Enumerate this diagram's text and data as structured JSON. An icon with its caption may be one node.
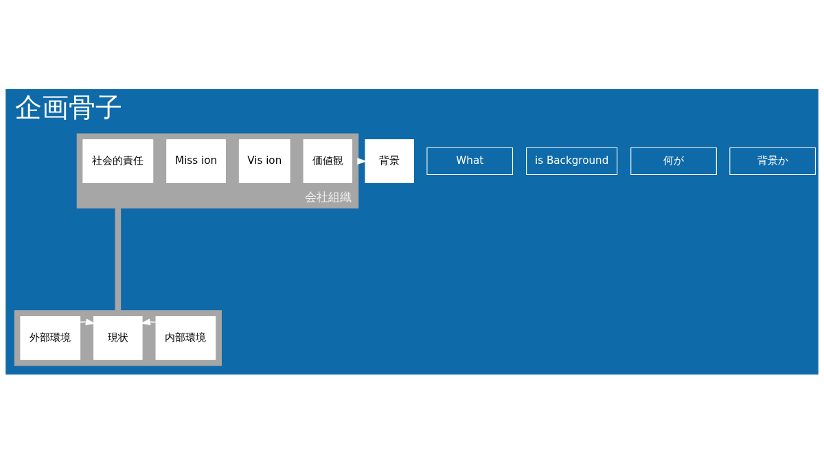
{
  "diagram": {
    "title": "企画骨子",
    "nodes": [
      {
        "text": [
          "会社組織"
        ]
      },
      {
        "text": [
          "社会的責任"
        ],
        "in": 0
      },
      {
        "text": [
          "Miss ion"
        ],
        "in": 0
      },
      {
        "text": [
          "Vis ion"
        ],
        "in": 0
      },
      {
        "text": [
          "価値観"
        ],
        "in": 0
      },
      {
        "text": [
          "背景"
        ]
      },
      {
        "text": [
          "What"
        ]
      },
      {
        "text": [
          "is Background"
        ]
      },
      {
        "text": [
          "何が"
        ]
      },
      {
        "text": [
          "背景か"
        ]
      },
      {
        "text": [],
        "shape": "box"
      },
      {
        "text": [
          "外部環境"
        ],
        "in": 10
      },
      {
        "text": [
          "現状"
        ],
        "in": 10
      },
      {
        "text": [
          "内部環境"
        ],
        "in": 10
      }
    ],
    "edges": [
      {
        "from": 0,
        "to": 5,
        "arrow": "to"
      },
      {
        "from": 0,
        "to": 10,
        "arrow": "none",
        "style": "thick",
        "color": "#a6a6a6"
      },
      {
        "from": 11,
        "to": 12,
        "arrow": "to"
      },
      {
        "from": 13,
        "to": 12,
        "arrow": "to"
      }
    ]
  }
}
